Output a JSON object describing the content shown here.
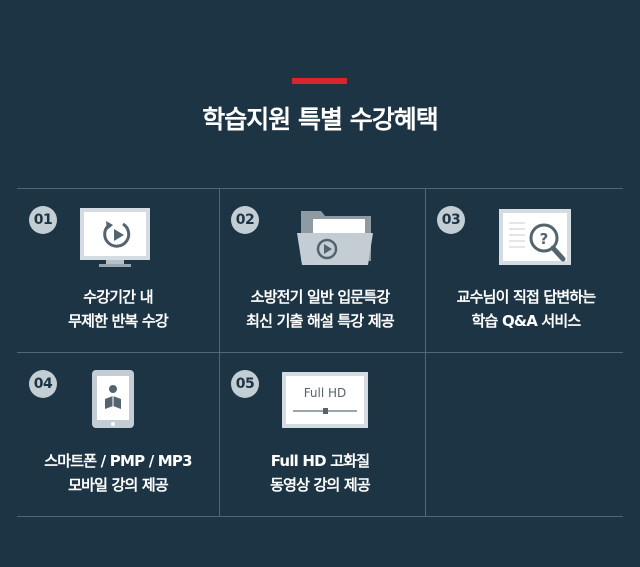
{
  "title": "학습지원 특별 수강혜택",
  "items": [
    {
      "num": "01",
      "line1": "수강기간 내",
      "line2": "무제한 반복 수강"
    },
    {
      "num": "02",
      "line1": "소방전기 일반 입문특강",
      "line2": "최신 기출 해설 특강 제공"
    },
    {
      "num": "03",
      "line1": "교수님이 직접 답변하는",
      "line2": "학습 Q&A 서비스"
    },
    {
      "num": "04",
      "line1": "스마트폰 / PMP / MP3",
      "line2": "모바일 강의 제공"
    },
    {
      "num": "05",
      "line1": "Full HD 고화질",
      "line2": "동영상 강의 제공",
      "screen_text": "Full HD"
    }
  ],
  "colors": {
    "background": "#1d3444",
    "accent": "#d6252b",
    "badge": "#c3cdd4"
  }
}
